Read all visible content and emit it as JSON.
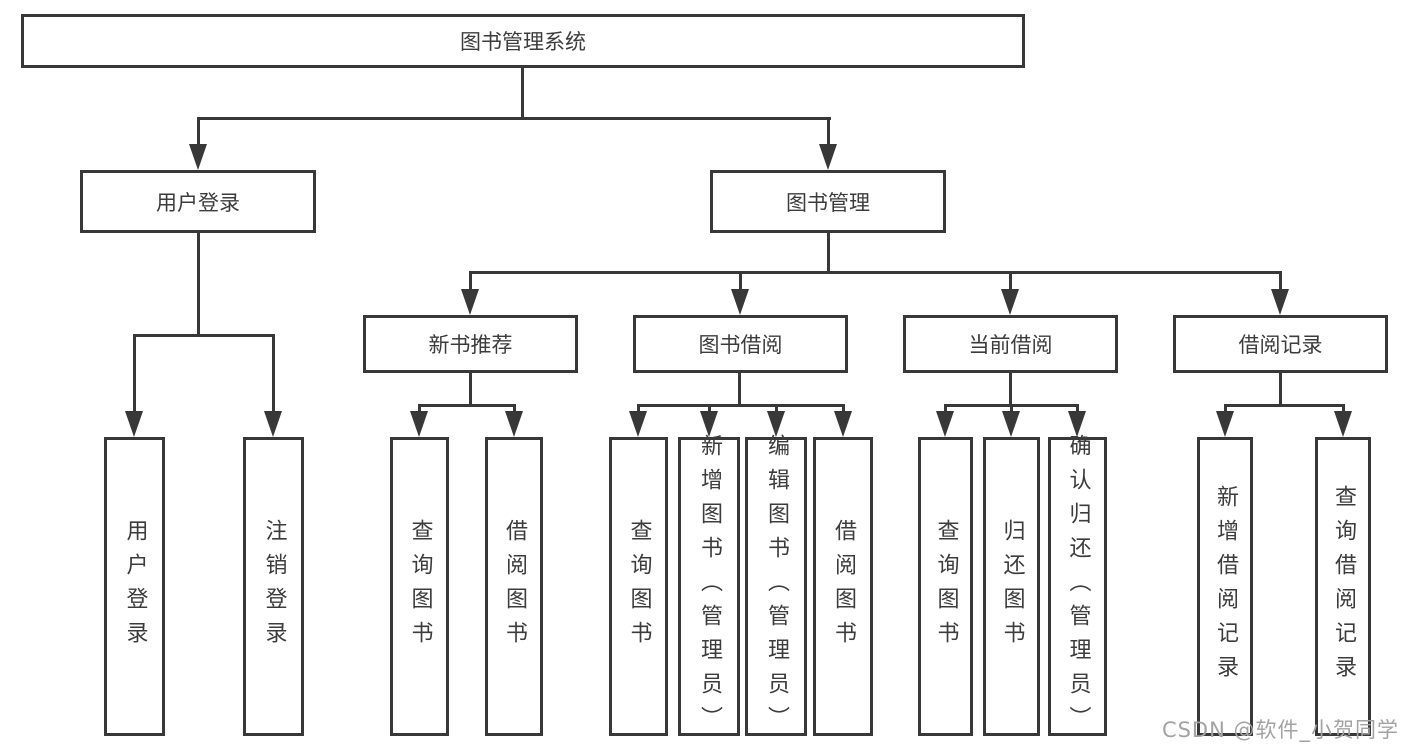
{
  "tree": {
    "root": {
      "label": "图书管理系统"
    },
    "branches": [
      {
        "label": "用户登录",
        "children": [
          {
            "label": "用户登录"
          },
          {
            "label": "注销登录"
          }
        ]
      },
      {
        "label": "图书管理",
        "children": [
          {
            "label": "新书推荐",
            "children": [
              {
                "label": "查询图书"
              },
              {
                "label": "借阅图书"
              }
            ]
          },
          {
            "label": "图书借阅",
            "children": [
              {
                "label": "查询图书"
              },
              {
                "label": "新增图书（管理员）"
              },
              {
                "label": "编辑图书（管理员）"
              },
              {
                "label": "借阅图书"
              }
            ]
          },
          {
            "label": "当前借阅",
            "children": [
              {
                "label": "查询图书"
              },
              {
                "label": "归还图书"
              },
              {
                "label": "确认归还（管理员）"
              }
            ]
          },
          {
            "label": "借阅记录",
            "children": [
              {
                "label": "新增借阅记录"
              },
              {
                "label": "查询借阅记录"
              }
            ]
          }
        ]
      }
    ]
  },
  "colors": {
    "line": "#383838",
    "text": "#3c3c3c",
    "watermark": "#a3a3a3",
    "background": "#ffffff"
  },
  "watermark": {
    "text": "CSDN @软件_小贺同学"
  }
}
